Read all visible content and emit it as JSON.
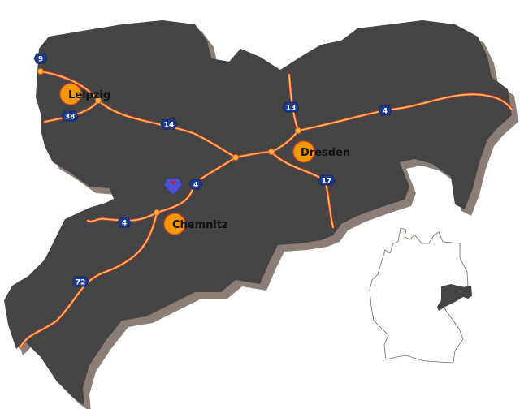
{
  "map": {
    "region_color": "#454444",
    "shadow_color": "#8c7e74",
    "road_color": "#ffc45a",
    "road_border_color": "#e83a2a",
    "badge_color": "#1b3a8c",
    "city_color": "#f39a00",
    "marker_color": "#4a52d6",
    "cities": [
      {
        "name": "Leipzig"
      },
      {
        "name": "Dresden"
      },
      {
        "name": "Chemnitz"
      }
    ],
    "highways": [
      {
        "label": "9"
      },
      {
        "label": "38"
      },
      {
        "label": "14"
      },
      {
        "label": "13"
      },
      {
        "label": "4"
      },
      {
        "label": "17"
      },
      {
        "label": "4"
      },
      {
        "label": "4"
      },
      {
        "label": "72"
      }
    ],
    "location_marker": {
      "icon": "map-pin-icon"
    },
    "inset": {
      "icon": "germany-locator-map"
    }
  }
}
